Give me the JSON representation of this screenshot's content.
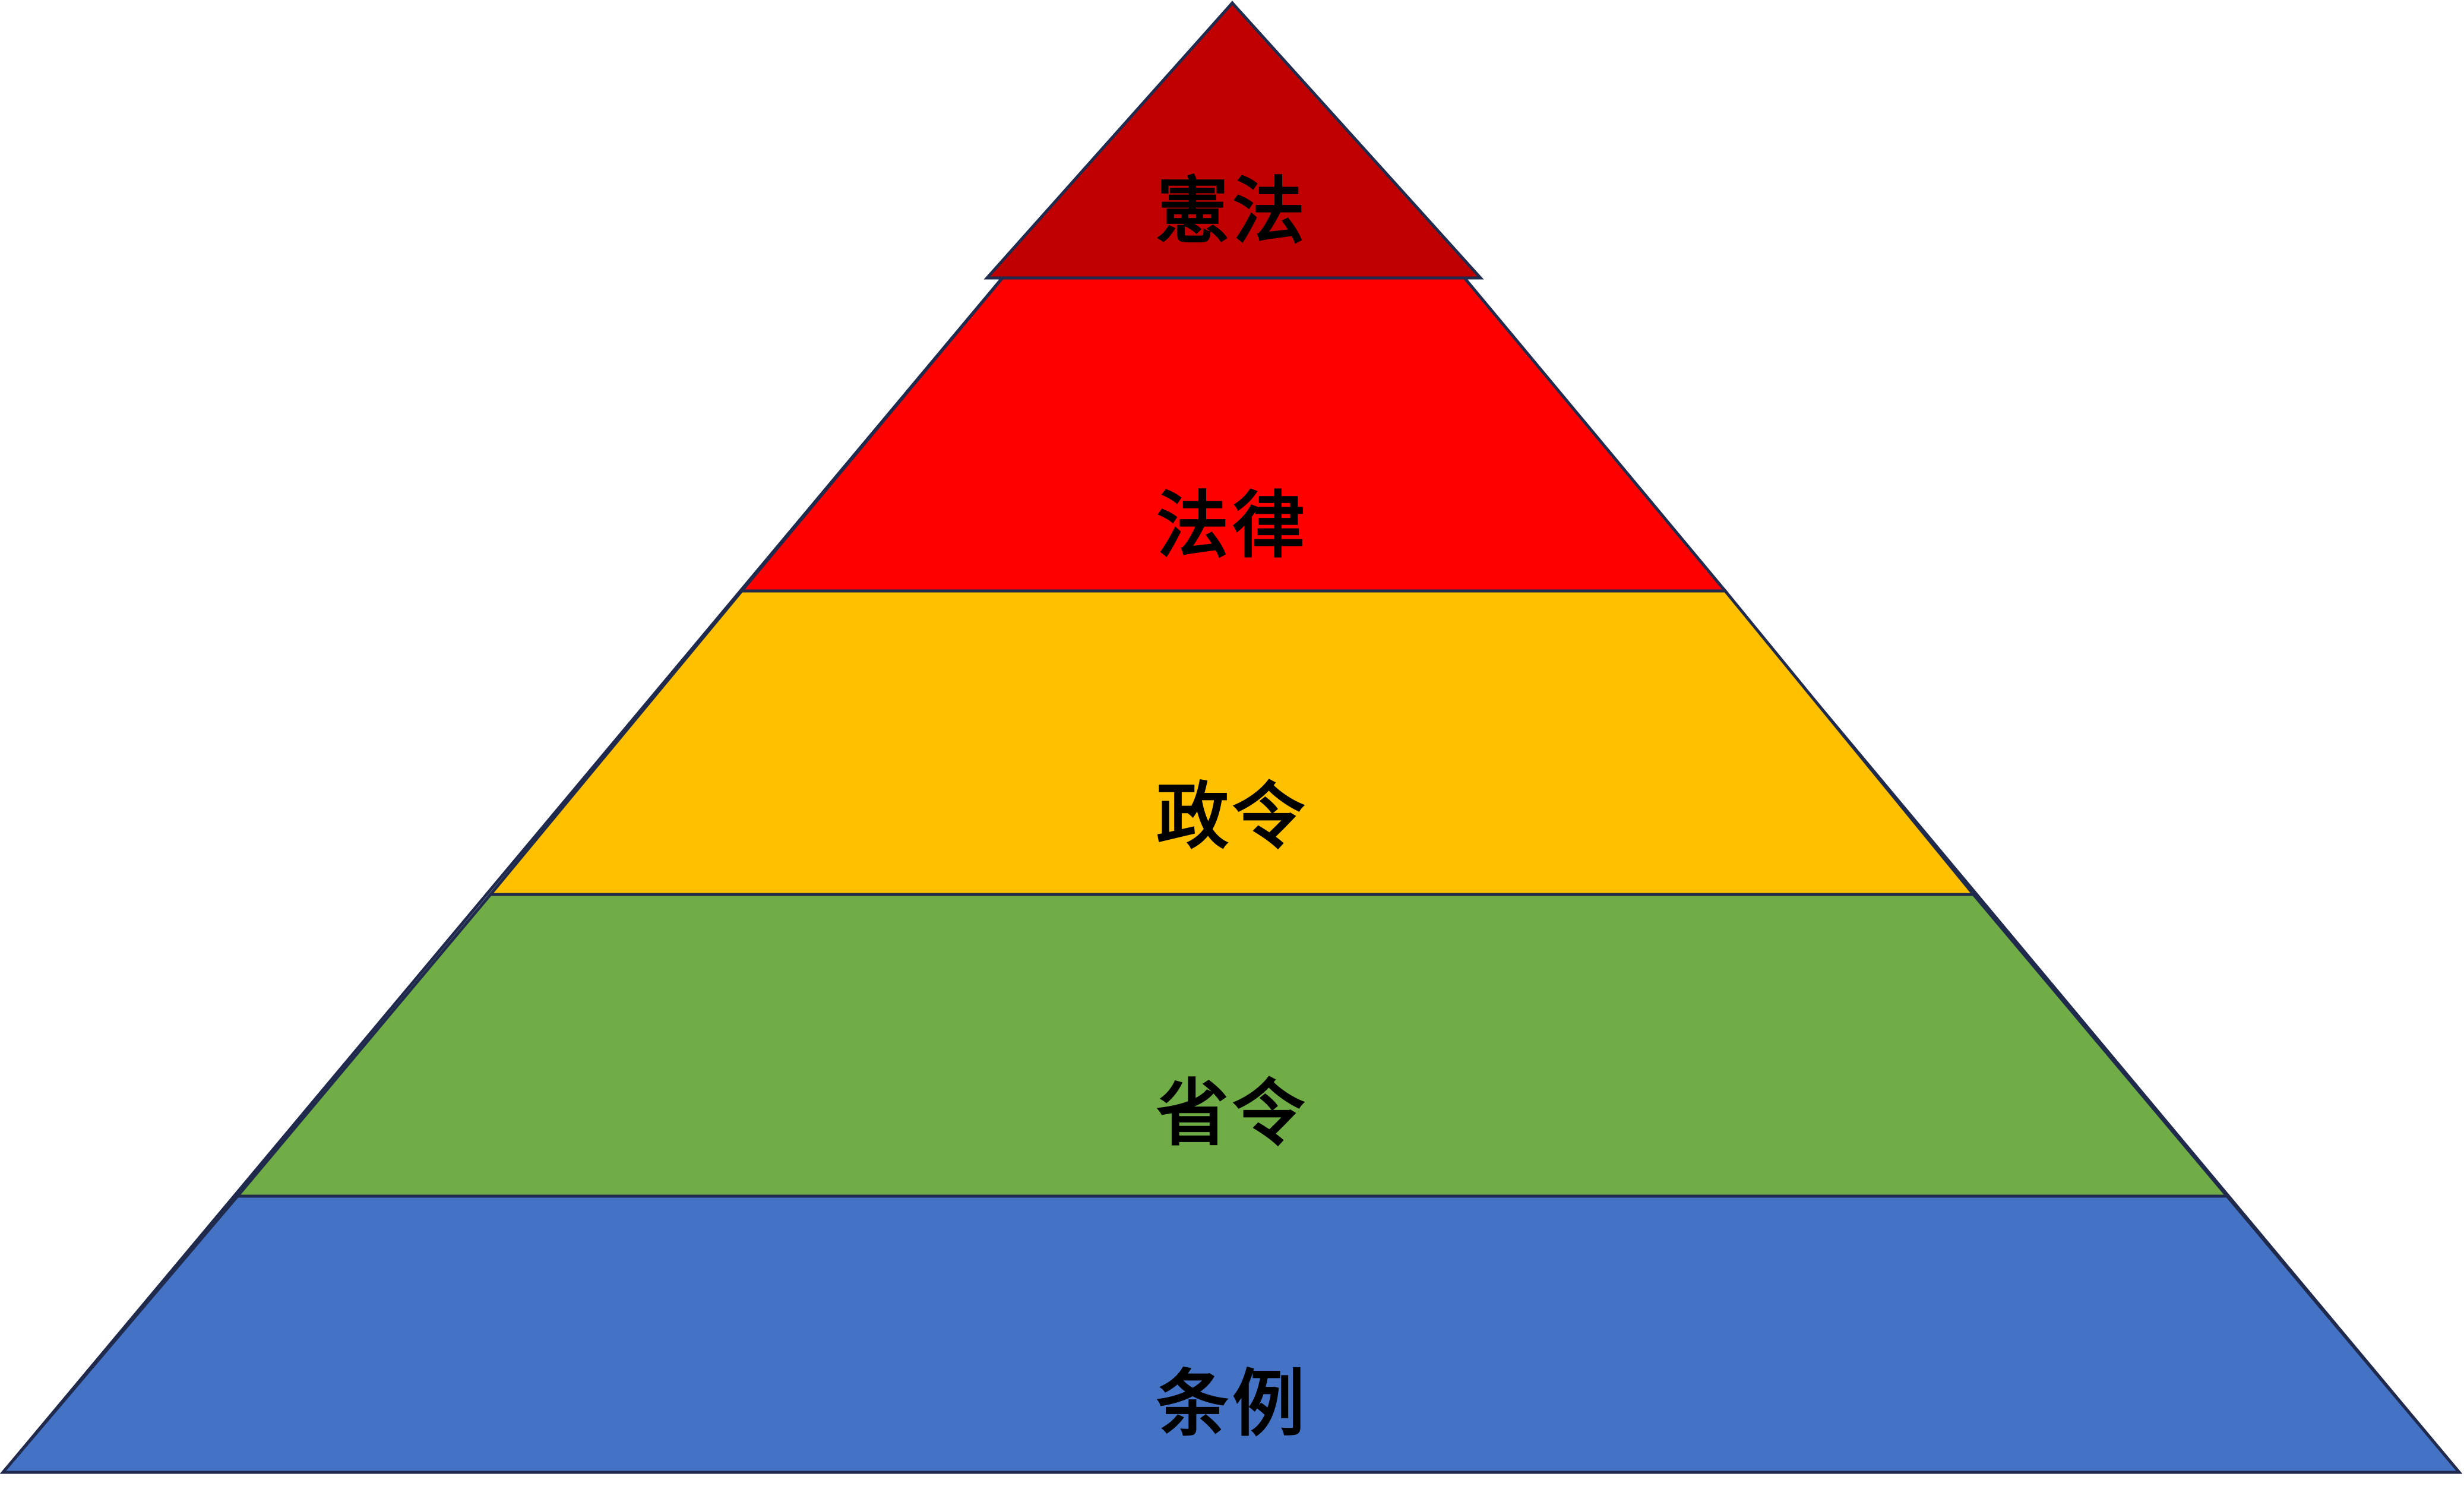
{
  "diagram": {
    "type": "pyramid",
    "levels": [
      {
        "label": "憲法",
        "color": "#c00000"
      },
      {
        "label": "法律",
        "color": "#ff0000"
      },
      {
        "label": "政令",
        "color": "#ffc000"
      },
      {
        "label": "省令",
        "color": "#70ad47"
      },
      {
        "label": "条例",
        "color": "#4472c4"
      }
    ]
  }
}
